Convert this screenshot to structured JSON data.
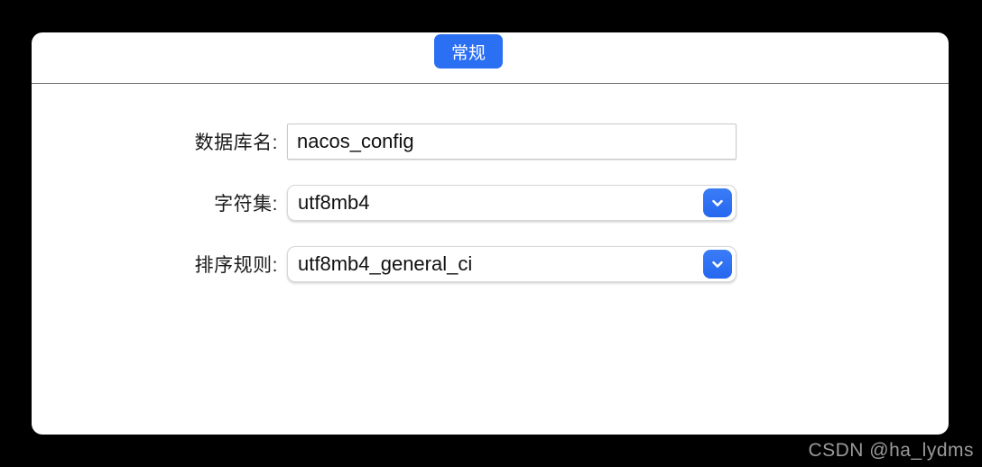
{
  "window": {
    "tab_label": "常规"
  },
  "form": {
    "fields": [
      {
        "label": "数据库名:",
        "value": "nacos_config",
        "type": "text"
      },
      {
        "label": "字符集:",
        "value": "utf8mb4",
        "type": "select"
      },
      {
        "label": "排序规则:",
        "value": "utf8mb4_general_ci",
        "type": "select"
      }
    ]
  },
  "watermark": "CSDN @ha_lydms",
  "icons": {
    "dropdown": "chevron-down-icon"
  },
  "colors": {
    "accent_blue": "#2b6ff2",
    "panel_background": "#ffffff",
    "page_background": "#000000",
    "divider": "#6e6e6e",
    "watermark_text": "#9a9a9a"
  }
}
